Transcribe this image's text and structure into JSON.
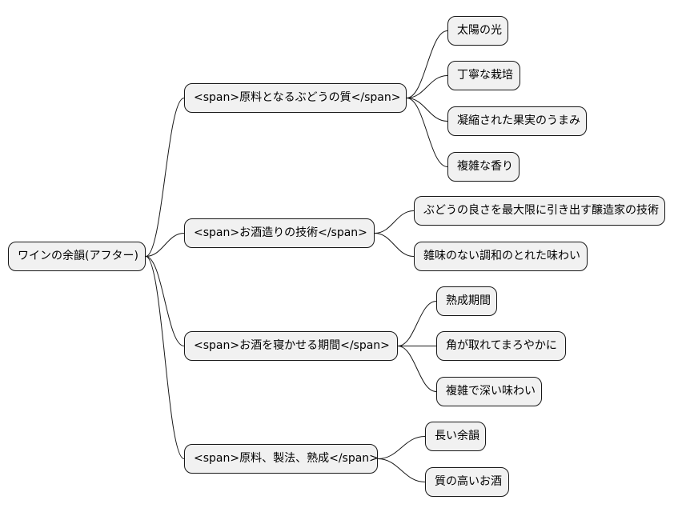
{
  "root": {
    "label": "ワインの余韻(アフター)"
  },
  "branches": [
    {
      "label": "<span>原料となるぶどうの質</span>",
      "children": [
        "太陽の光",
        "丁寧な栽培",
        "凝縮された果実のうまみ",
        "複雑な香り"
      ]
    },
    {
      "label": "<span>お酒造りの技術</span>",
      "children": [
        "ぶどうの良さを最大限に引き出す醸造家の技術",
        "雑味のない調和のとれた味わい"
      ]
    },
    {
      "label": "<span>お酒を寝かせる期間</span>",
      "children": [
        "熟成期間",
        "角が取れてまろやかに",
        "複雑で深い味わい"
      ]
    },
    {
      "label": "<span>原料、製法、熟成</span>",
      "children": [
        "長い余韻",
        "質の高いお酒"
      ]
    }
  ]
}
